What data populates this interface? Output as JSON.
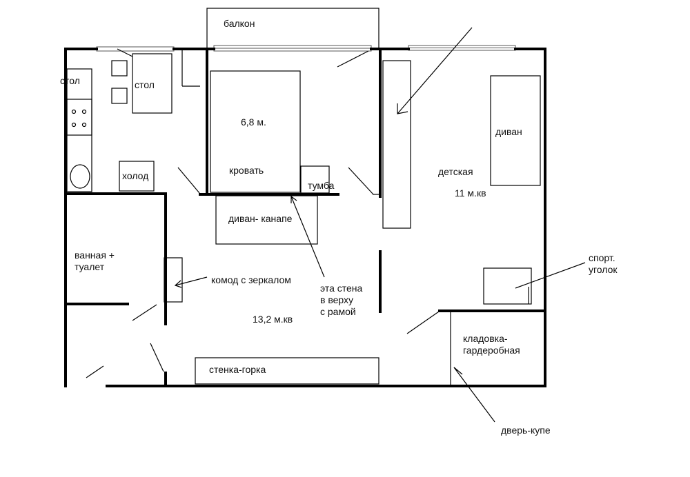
{
  "labels": {
    "balcony": "балкон",
    "table_left": "стол",
    "table_kitchen": "стол",
    "fridge": "холод",
    "room_small_area": "6,8 м.",
    "bed": "кровать",
    "nightstand": "тумба",
    "sofa_canape": "диван- канапе",
    "bathroom_line1": "ванная +",
    "bathroom_line2": "туалет",
    "dresser": "комод с зеркалом",
    "wall_note_line1": "эта стена",
    "wall_note_line2": "в верху",
    "wall_note_line3": "с рамой",
    "living_area": "13,2 м.кв",
    "wall_unit": "стенка-горка",
    "sofa_kids": "диван",
    "kids_room": "детская",
    "kids_area": "11 м.кв",
    "sport_line1": "спорт.",
    "sport_line2": "уголок",
    "storage_line1": "кладовка-",
    "storage_line2": "гардеробная",
    "sliding_door": "дверь-купе"
  },
  "colors": {
    "wall": "#000000",
    "line": "#000000",
    "window": "#555555"
  }
}
